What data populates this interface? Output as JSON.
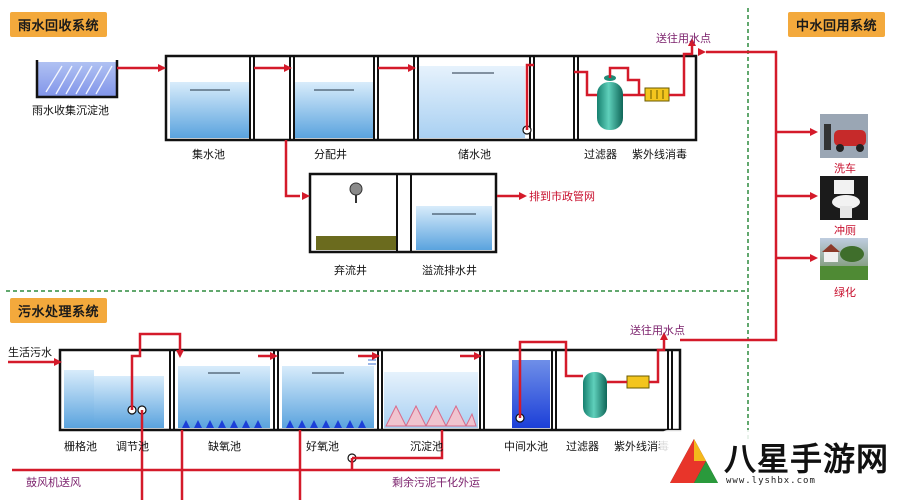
{
  "titles": {
    "rain": "雨水回收系统",
    "sewage": "污水处理系统",
    "reuse": "中水回用系统"
  },
  "rain": {
    "collect_tank": "雨水收集沉淀池",
    "gather_pool": "集水池",
    "distribute_well": "分配井",
    "storage_pool": "储水池",
    "filter": "过滤器",
    "uv": "紫外线消毒",
    "discard_well": "弃流井",
    "overflow_well": "溢流排水井",
    "to_municipal": "排到市政管网",
    "to_points": "送往用水点"
  },
  "sewage": {
    "domestic": "生活污水",
    "grid_pool": "栅格池",
    "adjust_pool": "调节池",
    "anoxic_pool": "缺氧池",
    "aerobic_pool": "好氧池",
    "settle_pool": "沉淀池",
    "middle_pool": "中间水池",
    "filter": "过滤器",
    "uv": "紫外线消毒",
    "blower": "鼓风机送风",
    "sludge": "剩余污泥干化外运",
    "to_points": "送往用水点"
  },
  "reuse": {
    "uses": [
      "洗车",
      "冲厕",
      "绿化"
    ]
  },
  "watermark": {
    "text": "八星手游网",
    "url": "www.lyshbx.com"
  }
}
